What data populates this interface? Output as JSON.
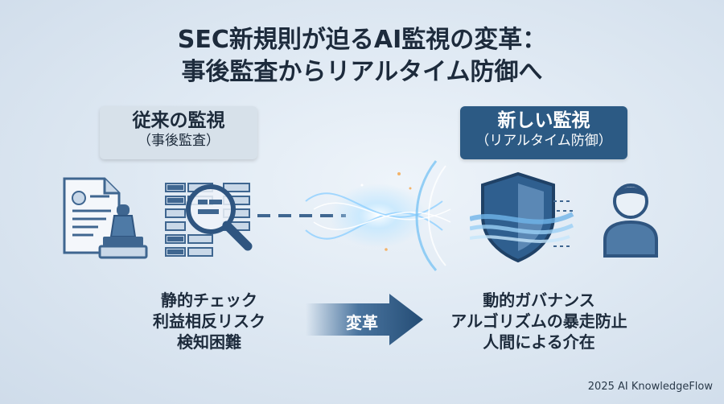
{
  "title": {
    "line1": "SEC新規則が迫るAI監視の変革：",
    "line2": "事後監査からリアルタイム防御へ"
  },
  "left": {
    "box_main": "従来の監視",
    "box_sub": "（事後監査）",
    "items": [
      "静的チェック",
      "利益相反リスク",
      "検知困難"
    ]
  },
  "right": {
    "box_main": "新しい監視",
    "box_sub": "（リアルタイム防御）",
    "items": [
      "動的ガバナンス",
      "アルゴリズムの暴走防止",
      "人間による介在"
    ]
  },
  "arrow_label": "変革",
  "footer": "2025 AI KnowledgeFlow",
  "icons": [
    "document-icon",
    "stamp-icon",
    "magnifier-icon",
    "data-table-icon",
    "shield-icon",
    "person-icon"
  ],
  "colors": {
    "accent": "#2c5a84",
    "icon": "#3f6690",
    "icon_light": "#c9d8e8",
    "arrow": "#2f5f8f"
  }
}
